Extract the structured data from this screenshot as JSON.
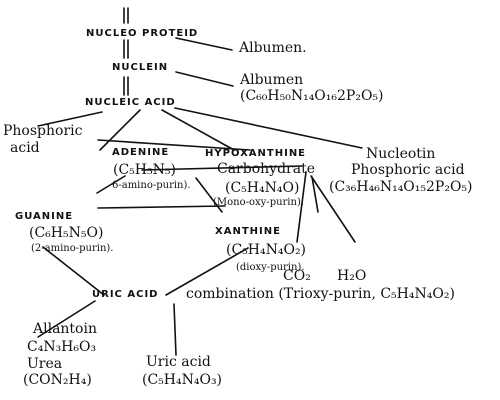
{
  "nodes": {
    "nucleoproteid": "NUCLEO PROTEID",
    "albumen_1": "Albumen.",
    "nuclein": "NUCLEIN",
    "albumen_2": "Albumen",
    "albumen_2_formula": "(C₆₀H₅₀N₁₄O₁₆2P₂O₅)",
    "nucleic_acid": "NUCLEIC ACID",
    "phosphoric_acid_line1": "Phosphoric",
    "phosphoric_acid_line2": "acid",
    "adenine": "ADENINE",
    "adenine_formula": "(C₅H₅N₅)",
    "adenine_note": "6-amino-purin).",
    "hypoxanthine": "HYPOXANTHINE",
    "carbohydrate": "Carbohydrate",
    "hypoxanthine_formula": "(C₅H₄N₄O)",
    "hypoxanthine_note": "(Mono-oxy-purin).",
    "nucleotin": "Nucleotin",
    "nucleotin_phosphoric": "Phosphoric acid",
    "nucleotin_formula": "(C₃₆H₄₆N₁₄O₁₅2P₂O₅)",
    "guanine": "GUANINE",
    "guanine_formula": "(C₆H₅N₅O)",
    "guanine_note": "(2-amino-purin).",
    "xanthine": "XANTHINE",
    "xanthine_formula": "(C₅H₄N₄O₂)",
    "xanthine_note": "(dioxy-purin).",
    "co2": "CO₂",
    "h2o": "H₂O",
    "uric_acid_combination_caps": "URIC ACID",
    "uric_acid_combination_text": "combination (Trioxy-purin, C₅H₄N₄O₂)",
    "allantoin": "Allantoin",
    "allantoin_formula": "C₄N₃H₆O₃",
    "urea": "Urea",
    "urea_formula": "(CON₂H₄)",
    "uric_acid": "Uric acid",
    "uric_acid_formula": "(C₅H₄N₄O₃)"
  }
}
